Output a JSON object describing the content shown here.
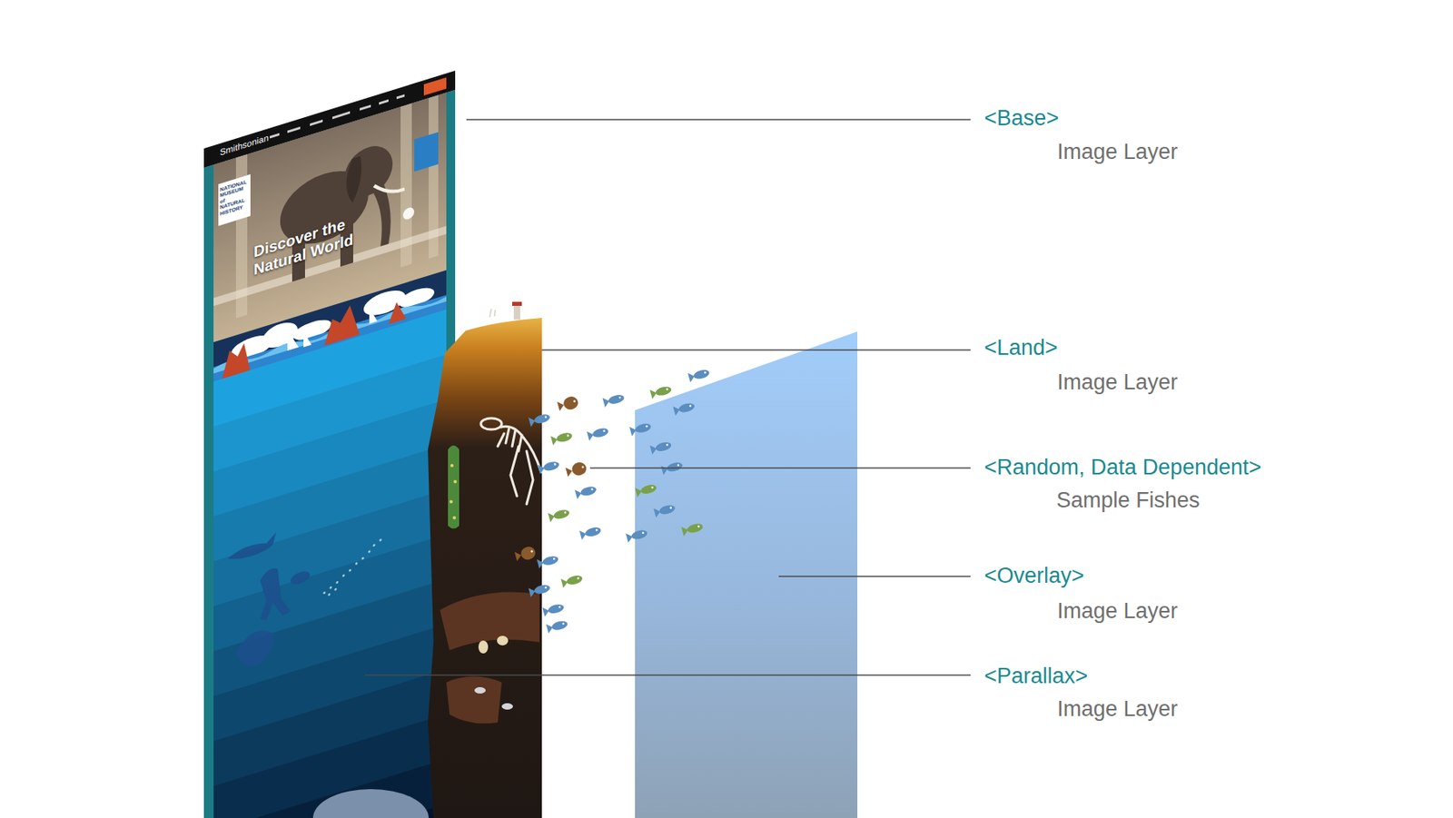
{
  "diagram": {
    "labels": [
      "Smithsonian",
      "NATIONAL MUSEUM of NATURAL HISTORY",
      "Discover the Natural World",
      "<Base>",
      "Image Layer",
      "<Land>",
      "Image Layer",
      "<Random, Data Dependent>",
      "Sample Fishes",
      "<Overlay>",
      "Image Layer",
      "<Parallax>",
      "Image Layer"
    ]
  }
}
